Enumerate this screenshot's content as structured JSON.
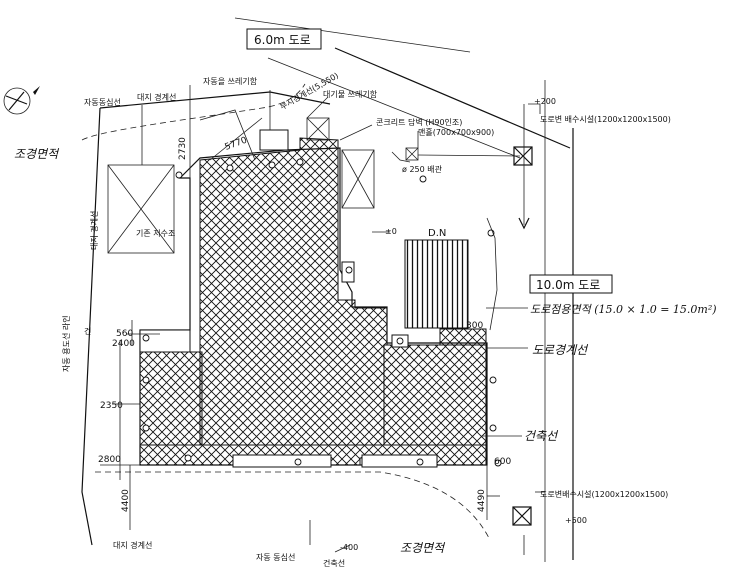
{
  "roads": {
    "road_top": "6.0m 도로",
    "road_right": "10.0m 도로"
  },
  "labels": {
    "shared_center_line_top": "자동동심선",
    "site_boundary_top": "대지 경계선",
    "corner_cut_top": "자동을 쓰레기함",
    "corner_cut_detail": "부지경계선(5,550)",
    "trash_bin": "대기물 쓰레기함",
    "landscape_left": "조경면적",
    "site_boundary_left": "대지 경계선",
    "existing_water": "기존 저수조",
    "concrete_fence": "콘크리트 담벽 (H90인조)",
    "manhole": "맨홀(700x700x900)",
    "pipe": "ø 250 배관",
    "elevation_zero": "±0",
    "dn": "D.N",
    "elev_top_right": "+200",
    "catch_basin_top": "도로변 배수시설(1200x1200x1500)",
    "road_occupation": "도로점용면적 (15.0 × 1.0 = 15.0m²)",
    "road_boundary": "도로경계선",
    "building_line": "건축선",
    "left_vertical_1": "자동 용도선 라인",
    "left_vertical_2": "건",
    "catch_basin_bottom": "도로변배수시설(1200x1200x1500)",
    "elev_bottom_right": "+500",
    "site_boundary_bottom": "대지 경계선",
    "shared_center_bottom": "자동 동심선",
    "elev_bottom": "-400",
    "building_line_bottom": "건축선",
    "landscape_bottom": "조경면적"
  },
  "dims": {
    "d2730": "2730",
    "d5770": "5770",
    "d560": "560",
    "d2400": "2400",
    "d2350": "2350",
    "d2800": "2800",
    "d4400": "4400",
    "d300": "300",
    "d600": "600",
    "d4490": "4490"
  }
}
